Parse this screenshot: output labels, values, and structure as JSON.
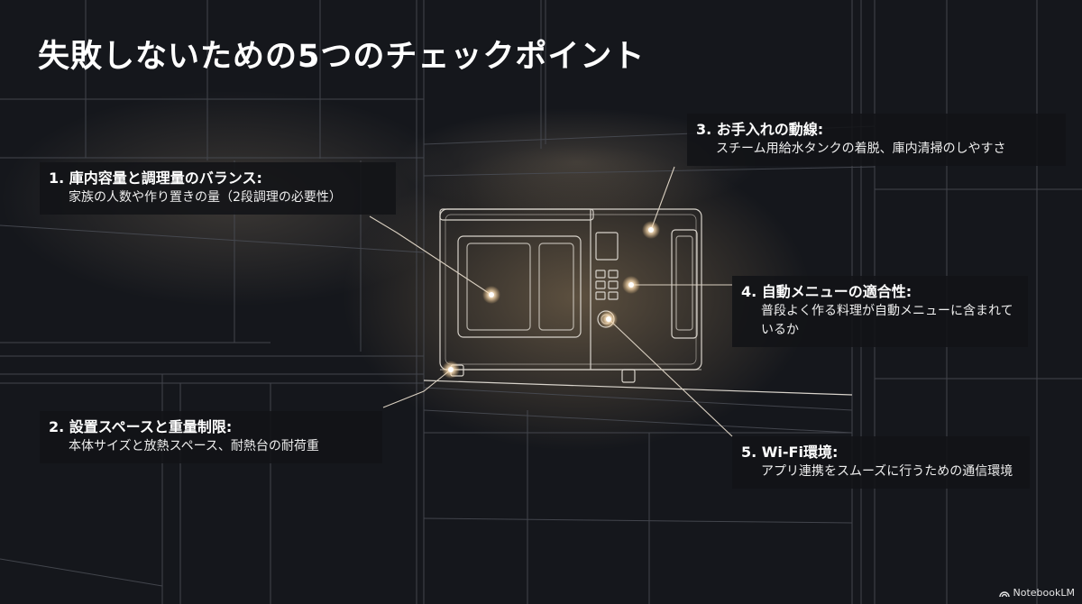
{
  "title": "失敗しないための5つのチェックポイント",
  "callouts": [
    {
      "head": "1. 庫内容量と調理量のバランス:",
      "body": "家族の人数や作り置きの量（2段調理の必要性）"
    },
    {
      "head": "2. 設置スペースと重量制限:",
      "body": "本体サイズと放熱スペース、耐熱台の耐荷重"
    },
    {
      "head": "3. お手入れの動線:",
      "body": "スチーム用給水タンクの着脱、庫内清掃のしやすさ"
    },
    {
      "head": "4. 自動メニューの適合性:",
      "body": "普段よく作る料理が自動メニューに含まれているか"
    },
    {
      "head": "5. Wi-Fi環境:",
      "body": "アプリ連携をスムーズに行うための通信環境"
    }
  ],
  "branding": {
    "label": "NotebookLM"
  },
  "colors": {
    "background": "#15171c",
    "line": "#c8c2b8",
    "glow": "#f5c98a"
  }
}
